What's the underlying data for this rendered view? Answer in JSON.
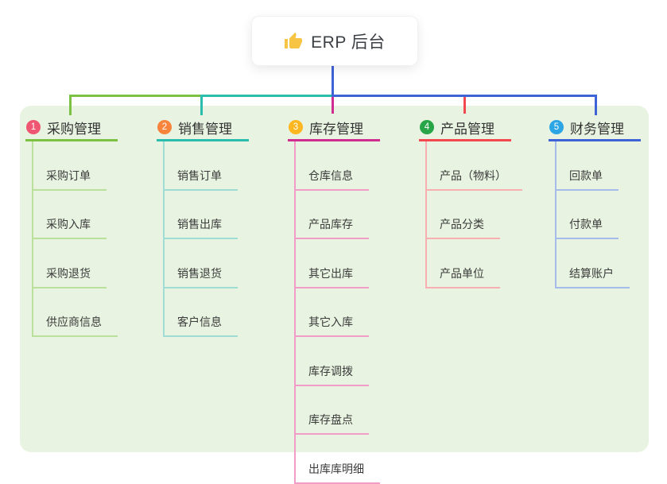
{
  "root_node": {
    "label": "ERP 后台",
    "icon": "thumbs-up-icon",
    "icon_color": "#f7c443"
  },
  "canvas": {
    "background": "#ffffff",
    "panel_color": "#e8f4e1"
  },
  "connector_colors": {
    "root_stem": "#3e63d6",
    "branch_1": "#7cc142",
    "branch_2": "#2abcad",
    "branch_3": "#cf2d90",
    "branch_4": "#f2484e",
    "branch_5": "#3e63d6"
  },
  "branches": [
    {
      "index": "1",
      "title": "采购管理",
      "badge_color": "#ee5671",
      "line_color": "#7cc142",
      "light_line_color": "#b9e19b",
      "children": [
        "采购订单",
        "采购入库",
        "采购退货",
        "供应商信息"
      ]
    },
    {
      "index": "2",
      "title": "销售管理",
      "badge_color": "#f8843c",
      "line_color": "#2abcad",
      "light_line_color": "#9fdcd4",
      "children": [
        "销售订单",
        "销售出库",
        "销售退货",
        "客户信息"
      ]
    },
    {
      "index": "3",
      "title": "库存管理",
      "badge_color": "#fcb61f",
      "line_color": "#cf2d90",
      "light_line_color": "#f29cc8",
      "children": [
        "仓库信息",
        "产品库存",
        "其它出库",
        "其它入库",
        "库存调拨",
        "库存盘点",
        "出库库明细"
      ]
    },
    {
      "index": "4",
      "title": "产品管理",
      "badge_color": "#27a547",
      "line_color": "#f2484e",
      "light_line_color": "#f9aeb1",
      "children": [
        "产品（物料）",
        "产品分类",
        "产品单位"
      ]
    },
    {
      "index": "5",
      "title": "财务管理",
      "badge_color": "#2ba5e4",
      "line_color": "#3e63d6",
      "light_line_color": "#a5bbe9",
      "children": [
        "回款单",
        "付款单",
        "结算账户"
      ]
    }
  ]
}
